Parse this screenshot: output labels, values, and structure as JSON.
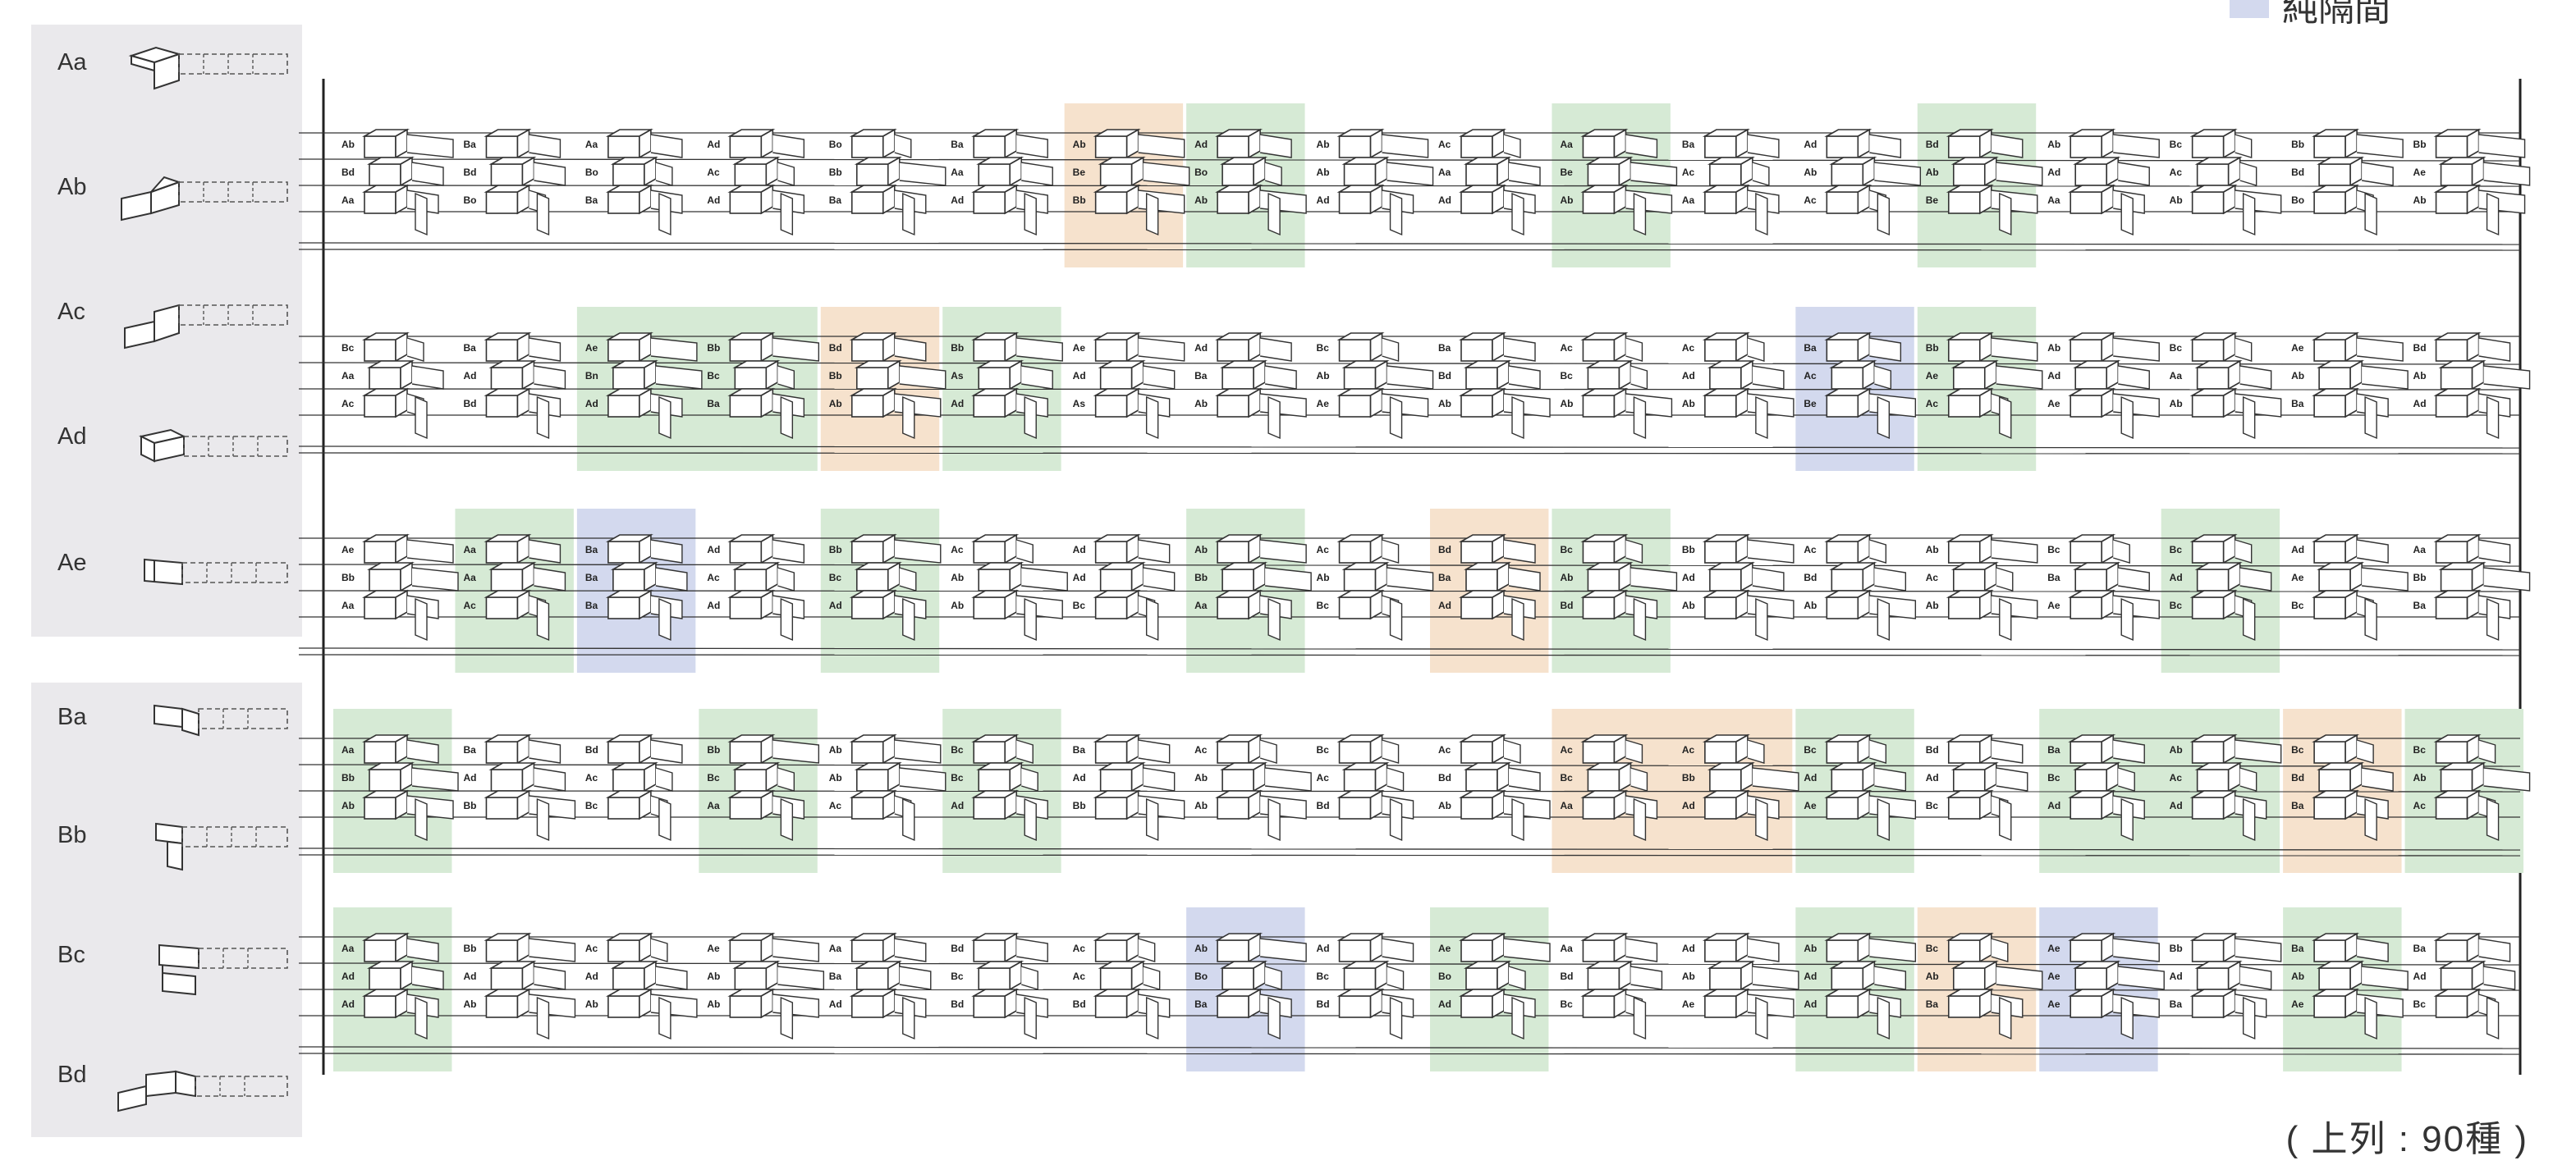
{
  "legend": {
    "key_label": "純隔間",
    "key_color": "#d3d9ee",
    "group_a": [
      "Aa",
      "Ab",
      "Ac",
      "Ad",
      "Ae"
    ],
    "group_b": [
      "Ba",
      "Bb",
      "Bc",
      "Bd"
    ]
  },
  "caption": "( 上列 : 90種 )",
  "highlight_colors": {
    "green": "#d6ead5",
    "orange": "#f6e2cd",
    "blue": "#d3d9ee"
  },
  "rows": [
    {
      "modules": [
        [
          "Ab",
          "Bd",
          "Aa"
        ],
        [
          "Ba",
          "Bd",
          "Bo"
        ],
        [
          "Aa",
          "Bo",
          "Ba"
        ],
        [
          "Ad",
          "Ac",
          "Ad"
        ],
        [
          "Bo",
          "Bb",
          "Ba"
        ],
        [
          "Ba",
          "Aa",
          "Ad"
        ],
        [
          "Ab",
          "Be",
          "Bb"
        ],
        [
          "Ad",
          "Bo",
          "Ab"
        ],
        [
          "Ab",
          "Ab",
          "Ad"
        ],
        [
          "Ac",
          "Aa",
          "Ad"
        ],
        [
          "Aa",
          "Be",
          "Ab"
        ],
        [
          "Ba",
          "Ac",
          "Aa"
        ],
        [
          "Ad",
          "Ab",
          "Ac"
        ],
        [
          "Bd",
          "Ab",
          "Be"
        ],
        [
          "Ab",
          "Ad",
          "Aa"
        ],
        [
          "Bc",
          "Ac",
          "Ab"
        ],
        [
          "Bb",
          "Bd",
          "Bo"
        ],
        [
          "Bb",
          "Ae",
          "Ab"
        ]
      ],
      "highlights": [
        {
          "from": 6,
          "to": 6,
          "color": "orange"
        },
        {
          "from": 7,
          "to": 7,
          "color": "green"
        },
        {
          "from": 10,
          "to": 10,
          "color": "green"
        },
        {
          "from": 13,
          "to": 13,
          "color": "green"
        }
      ]
    },
    {
      "modules": [
        [
          "Bc",
          "Aa",
          "Ac"
        ],
        [
          "Ba",
          "Ad",
          "Bd"
        ],
        [
          "Ae",
          "Bn",
          "Ad"
        ],
        [
          "Bb",
          "Bc",
          "Ba"
        ],
        [
          "Bd",
          "Bb",
          "Ab"
        ],
        [
          "Bb",
          "As",
          "Ad"
        ],
        [
          "Ae",
          "Ad",
          "As"
        ],
        [
          "Ad",
          "Ba",
          "Ab"
        ],
        [
          "Bc",
          "Ab",
          "Ae"
        ],
        [
          "Ba",
          "Bd",
          "Ab"
        ],
        [
          "Ac",
          "Bc",
          "Ab"
        ],
        [
          "Ac",
          "Ad",
          "Ab"
        ],
        [
          "Ba",
          "Ac",
          "Be"
        ],
        [
          "Bb",
          "Ae",
          "Ac"
        ],
        [
          "Ab",
          "Ad",
          "Ae"
        ],
        [
          "Bc",
          "Aa",
          "Ab"
        ],
        [
          "Ae",
          "Ab",
          "Ba"
        ],
        [
          "Bd",
          "Ab",
          "Ad"
        ]
      ],
      "highlights": [
        {
          "from": 2,
          "to": 3,
          "color": "green"
        },
        {
          "from": 4,
          "to": 4,
          "color": "orange"
        },
        {
          "from": 5,
          "to": 5,
          "color": "green"
        },
        {
          "from": 12,
          "to": 12,
          "color": "blue"
        },
        {
          "from": 13,
          "to": 13,
          "color": "green"
        }
      ]
    },
    {
      "modules": [
        [
          "Ae",
          "Bb",
          "Aa"
        ],
        [
          "Aa",
          "Aa",
          "Ac"
        ],
        [
          "Ba",
          "Ba",
          "Ba"
        ],
        [
          "Ad",
          "Ac",
          "Ad"
        ],
        [
          "Bb",
          "Bc",
          "Ad"
        ],
        [
          "Ac",
          "Ab",
          "Ab"
        ],
        [
          "Ad",
          "Ad",
          "Bc"
        ],
        [
          "Ab",
          "Bb",
          "Aa"
        ],
        [
          "Ac",
          "Ab",
          "Bc"
        ],
        [
          "Bd",
          "Ba",
          "Ad"
        ],
        [
          "Bc",
          "Ab",
          "Bd"
        ],
        [
          "Bb",
          "Ad",
          "Ab"
        ],
        [
          "Ac",
          "Bd",
          "Ab"
        ],
        [
          "Ab",
          "Ac",
          "Ab"
        ],
        [
          "Bc",
          "Ba",
          "Ae"
        ],
        [
          "Bc",
          "Ad",
          "Bc"
        ],
        [
          "Ad",
          "Ae",
          "Bc"
        ],
        [
          "Aa",
          "Bb",
          "Ba"
        ]
      ],
      "highlights": [
        {
          "from": 1,
          "to": 1,
          "color": "green"
        },
        {
          "from": 2,
          "to": 2,
          "color": "blue"
        },
        {
          "from": 4,
          "to": 4,
          "color": "green"
        },
        {
          "from": 7,
          "to": 7,
          "color": "green"
        },
        {
          "from": 9,
          "to": 9,
          "color": "orange"
        },
        {
          "from": 10,
          "to": 10,
          "color": "green"
        },
        {
          "from": 15,
          "to": 15,
          "color": "green"
        }
      ]
    },
    {
      "modules": [
        [
          "Aa",
          "Bb",
          "Ab"
        ],
        [
          "Ba",
          "Ad",
          "Bb"
        ],
        [
          "Bd",
          "Ac",
          "Bc"
        ],
        [
          "Bb",
          "Bc",
          "Aa"
        ],
        [
          "Ab",
          "Ab",
          "Ac"
        ],
        [
          "Bc",
          "Bc",
          "Ad"
        ],
        [
          "Ba",
          "Ad",
          "Bb"
        ],
        [
          "Ac",
          "Ab",
          "Ab"
        ],
        [
          "Bc",
          "Ac",
          "Bd"
        ],
        [
          "Ac",
          "Bd",
          "Ab"
        ],
        [
          "Ac",
          "Bc",
          "Aa"
        ],
        [
          "Ac",
          "Bb",
          "Ad"
        ],
        [
          "Bc",
          "Ad",
          "Ae"
        ],
        [
          "Bd",
          "Ad",
          "Bc"
        ],
        [
          "Ba",
          "Bc",
          "Ad"
        ],
        [
          "Ab",
          "Ac",
          "Ad"
        ],
        [
          "Bc",
          "Bd",
          "Ba"
        ],
        [
          "Bc",
          "Ab",
          "Ac"
        ]
      ],
      "highlights": [
        {
          "from": 0,
          "to": 0,
          "color": "green"
        },
        {
          "from": 3,
          "to": 3,
          "color": "green"
        },
        {
          "from": 5,
          "to": 5,
          "color": "green"
        },
        {
          "from": 10,
          "to": 11,
          "color": "orange"
        },
        {
          "from": 12,
          "to": 12,
          "color": "green"
        },
        {
          "from": 14,
          "to": 15,
          "color": "green"
        },
        {
          "from": 16,
          "to": 16,
          "color": "orange"
        },
        {
          "from": 17,
          "to": 17,
          "color": "green"
        }
      ]
    },
    {
      "modules": [
        [
          "Aa",
          "Ad",
          "Ad"
        ],
        [
          "Bb",
          "Ad",
          "Ab"
        ],
        [
          "Ac",
          "Ad",
          "Ab"
        ],
        [
          "Ae",
          "Ab",
          "Ab"
        ],
        [
          "Aa",
          "Ba",
          "Ad"
        ],
        [
          "Bd",
          "Bc",
          "Bd"
        ],
        [
          "Ac",
          "Ac",
          "Bd"
        ],
        [
          "Ab",
          "Bo",
          "Ba"
        ],
        [
          "Ad",
          "Bc",
          "Bd"
        ],
        [
          "Ae",
          "Bo",
          "Ad"
        ],
        [
          "Aa",
          "Bd",
          "Bc"
        ],
        [
          "Ad",
          "Ab",
          "Ae"
        ],
        [
          "Ab",
          "Ad",
          "Ad"
        ],
        [
          "Bc",
          "Ab",
          "Ba"
        ],
        [
          "Ae",
          "Ae",
          "Ae"
        ],
        [
          "Bb",
          "Ad",
          "Ba"
        ],
        [
          "Ba",
          "Ab",
          "Ae"
        ],
        [
          "Ba",
          "Ad",
          "Bc"
        ]
      ],
      "highlights": [
        {
          "from": 0,
          "to": 0,
          "color": "green"
        },
        {
          "from": 7,
          "to": 7,
          "color": "blue"
        },
        {
          "from": 9,
          "to": 9,
          "color": "green"
        },
        {
          "from": 12,
          "to": 12,
          "color": "green"
        },
        {
          "from": 13,
          "to": 13,
          "color": "orange"
        },
        {
          "from": 14,
          "to": 14,
          "color": "blue"
        },
        {
          "from": 16,
          "to": 16,
          "color": "green"
        }
      ]
    }
  ]
}
